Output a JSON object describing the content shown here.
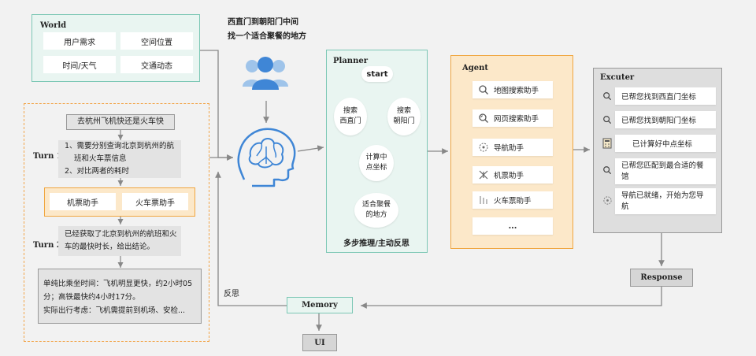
{
  "world": {
    "title": "World",
    "items": [
      "用户需求",
      "空间位置",
      "时间/天气",
      "交通动态"
    ]
  },
  "query": {
    "line1": "西直门到朝阳门中间",
    "line2": "找一个适合聚餐的地方"
  },
  "example": {
    "question": "去杭州飞机快还是火车快",
    "turn1": {
      "label": "Turn 1",
      "text": [
        "1、需要分别查询北京到杭州的航",
        "班和火车票信息",
        "2、对比两者的耗时"
      ]
    },
    "tools": [
      "机票助手",
      "火车票助手"
    ],
    "turn2": {
      "label": "Turn 2",
      "text": [
        "已经获取了北京到杭州的航班和火",
        "车的最快时长，给出结论。"
      ]
    },
    "conclusion": [
      "单纯比乘坐时间：飞机明显更快，约2小时05",
      "分；高铁最快约4小时17分。",
      "实际出行考虑：飞机需提前到机场、安检..."
    ]
  },
  "reflect_label": "反思",
  "planner": {
    "title": "Planner",
    "start": "start",
    "search_a": [
      "搜索",
      "西直门"
    ],
    "search_b": [
      "搜索",
      "朝阳门"
    ],
    "compute": [
      "计算中",
      "点坐标"
    ],
    "result": [
      "适合聚餐",
      "的地方"
    ],
    "footer": "多步推理/主动反思"
  },
  "agent": {
    "title": "Agent",
    "items": [
      {
        "icon": "map-search-icon",
        "label": "地图搜索助手"
      },
      {
        "icon": "web-search-icon",
        "label": "网页搜索助手"
      },
      {
        "icon": "navigation-icon",
        "label": "导航助手"
      },
      {
        "icon": "plane-icon",
        "label": "机票助手"
      },
      {
        "icon": "train-icon",
        "label": "火车票助手"
      },
      {
        "icon": "",
        "label": "..."
      }
    ]
  },
  "executer": {
    "title": "Excuter",
    "items": [
      {
        "icon": "search-icon",
        "label": [
          "已帮您找到西直门坐标"
        ]
      },
      {
        "icon": "search-icon",
        "label": [
          "已帮您找到朝阳门坐标"
        ]
      },
      {
        "icon": "calculator-icon",
        "label": [
          "已计算好中点坐标"
        ]
      },
      {
        "icon": "search-icon",
        "label": [
          "已帮您匹配到最合适的餐",
          "馆"
        ]
      },
      {
        "icon": "navigation-icon",
        "label": [
          "导航已就绪，开始为您导",
          "航"
        ]
      }
    ]
  },
  "response": "Response",
  "memory": "Memory",
  "ui": "UI",
  "colors": {
    "teal": "#7cc7b5",
    "teal_fill": "#e9f5f1",
    "orange": "#f0a640",
    "orange_fill": "#fce8c9",
    "orange_dash": "#f2a54a",
    "gray_panel": "#dedede",
    "gray_box": "#d6d6d6",
    "user_blue": "#3f86d6",
    "arrow": "#888888"
  }
}
